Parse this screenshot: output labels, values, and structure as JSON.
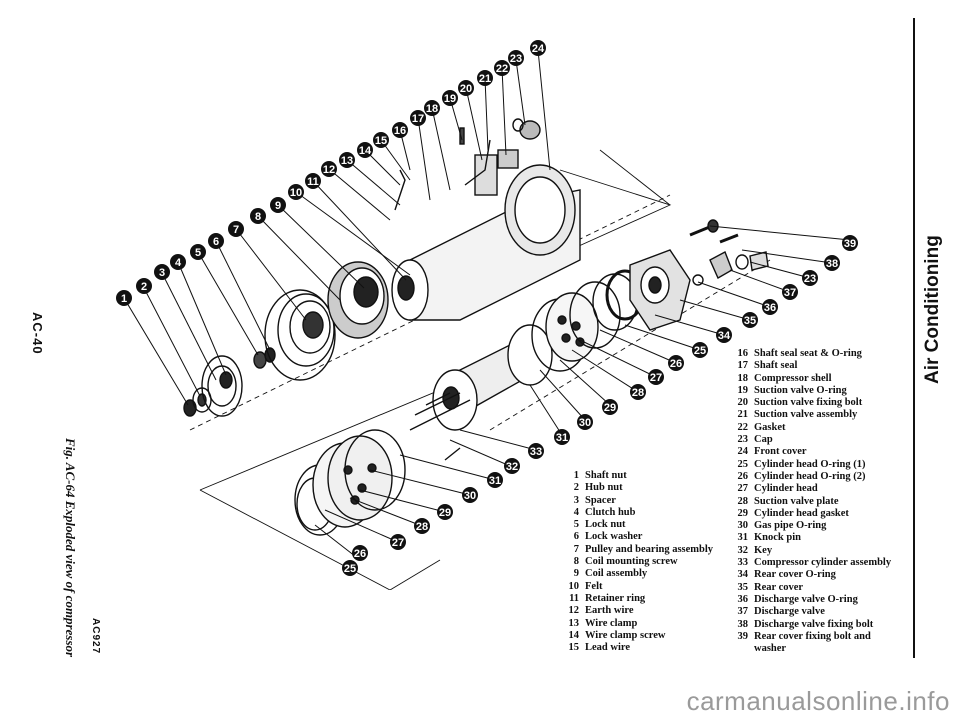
{
  "page": {
    "section_title": "Air Conditioning",
    "page_code": "AC-40",
    "figure_caption": "Fig. AC-64 Exploded view of compressor",
    "figure_code": "AC927",
    "watermark": "carmanualsonline.info"
  },
  "legend_left": [
    {
      "num": "1",
      "label": "Shaft nut"
    },
    {
      "num": "2",
      "label": "Hub nut"
    },
    {
      "num": "3",
      "label": "Spacer"
    },
    {
      "num": "4",
      "label": "Clutch hub"
    },
    {
      "num": "5",
      "label": "Lock nut"
    },
    {
      "num": "6",
      "label": "Lock washer"
    },
    {
      "num": "7",
      "label": "Pulley and bearing assembly"
    },
    {
      "num": "8",
      "label": "Coil mounting screw"
    },
    {
      "num": "9",
      "label": "Coil assembly"
    },
    {
      "num": "10",
      "label": "Felt"
    },
    {
      "num": "11",
      "label": "Retainer ring"
    },
    {
      "num": "12",
      "label": "Earth wire"
    },
    {
      "num": "13",
      "label": "Wire clamp"
    },
    {
      "num": "14",
      "label": "Wire clamp screw"
    },
    {
      "num": "15",
      "label": "Lead wire"
    }
  ],
  "legend_right": [
    {
      "num": "16",
      "label": "Shaft seal seat & O-ring"
    },
    {
      "num": "17",
      "label": "Shaft seal"
    },
    {
      "num": "18",
      "label": "Compressor shell"
    },
    {
      "num": "19",
      "label": "Suction valve O-ring"
    },
    {
      "num": "20",
      "label": "Suction valve fixing bolt"
    },
    {
      "num": "21",
      "label": "Suction valve assembly"
    },
    {
      "num": "22",
      "label": "Gasket"
    },
    {
      "num": "23",
      "label": "Cap"
    },
    {
      "num": "24",
      "label": "Front cover"
    },
    {
      "num": "25",
      "label": "Cylinder head O-ring (1)"
    },
    {
      "num": "26",
      "label": "Cylinder head O-ring (2)"
    },
    {
      "num": "27",
      "label": "Cylinder head"
    },
    {
      "num": "28",
      "label": "Suction valve plate"
    },
    {
      "num": "29",
      "label": "Cylinder head gasket"
    },
    {
      "num": "30",
      "label": "Gas pipe O-ring"
    },
    {
      "num": "31",
      "label": "Knock pin"
    },
    {
      "num": "32",
      "label": "Key"
    },
    {
      "num": "33",
      "label": "Compressor cylinder assembly"
    },
    {
      "num": "34",
      "label": "Rear cover O-ring"
    },
    {
      "num": "35",
      "label": "Rear cover"
    },
    {
      "num": "36",
      "label": "Discharge valve O-ring"
    },
    {
      "num": "37",
      "label": "Discharge valve"
    },
    {
      "num": "38",
      "label": "Discharge valve fixing bolt"
    },
    {
      "num": "39",
      "label": "Rear cover fixing bolt and"
    },
    {
      "num": "",
      "label": "washer"
    }
  ],
  "callouts": [
    "1",
    "2",
    "3",
    "4",
    "5",
    "6",
    "7",
    "8",
    "9",
    "10",
    "11",
    "12",
    "13",
    "14",
    "15",
    "16",
    "17",
    "18",
    "19",
    "20",
    "21",
    "22",
    "23",
    "24",
    "25",
    "26",
    "27",
    "28",
    "29",
    "30",
    "31",
    "32",
    "33",
    "34",
    "35",
    "36",
    "37",
    "38",
    "39",
    "23",
    "25",
    "26",
    "27",
    "28",
    "29",
    "30",
    "31"
  ]
}
